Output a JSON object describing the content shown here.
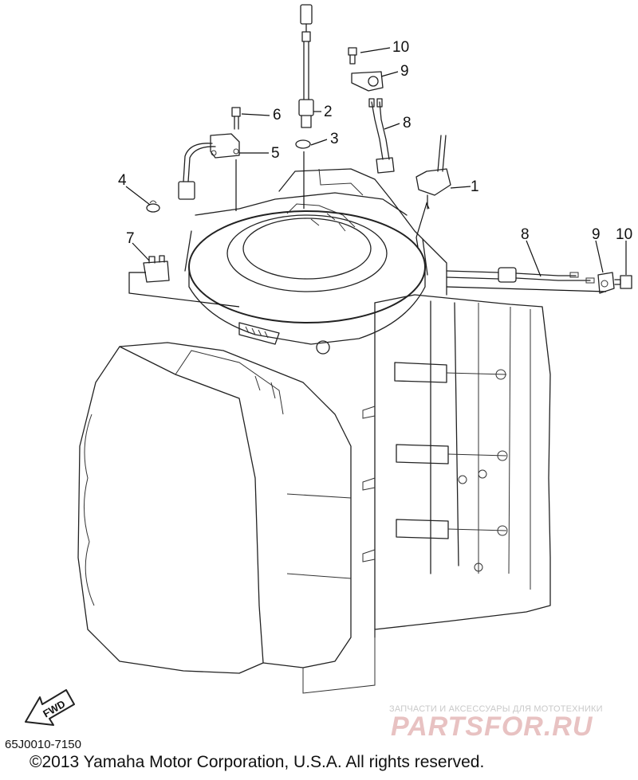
{
  "callouts": [
    {
      "label": "10"
    },
    {
      "label": "9"
    },
    {
      "label": "2"
    },
    {
      "label": "6"
    },
    {
      "label": "8"
    },
    {
      "label": "3"
    },
    {
      "label": "5"
    },
    {
      "label": "4"
    },
    {
      "label": "1"
    },
    {
      "label": "7"
    },
    {
      "label": "8"
    },
    {
      "label": "9"
    },
    {
      "label": "10"
    }
  ],
  "fwd_label": "FWD",
  "doc_code": "65J0010-7150",
  "copyright": "©2013 Yamaha Motor Corporation, U.S.A. All rights reserved.",
  "watermark": {
    "tagline": "ЗАПЧАСТИ И АКСЕССУАРЫ ДЛЯ МОТОТЕХНИКИ",
    "logo": "PARTSFOR.RU"
  }
}
